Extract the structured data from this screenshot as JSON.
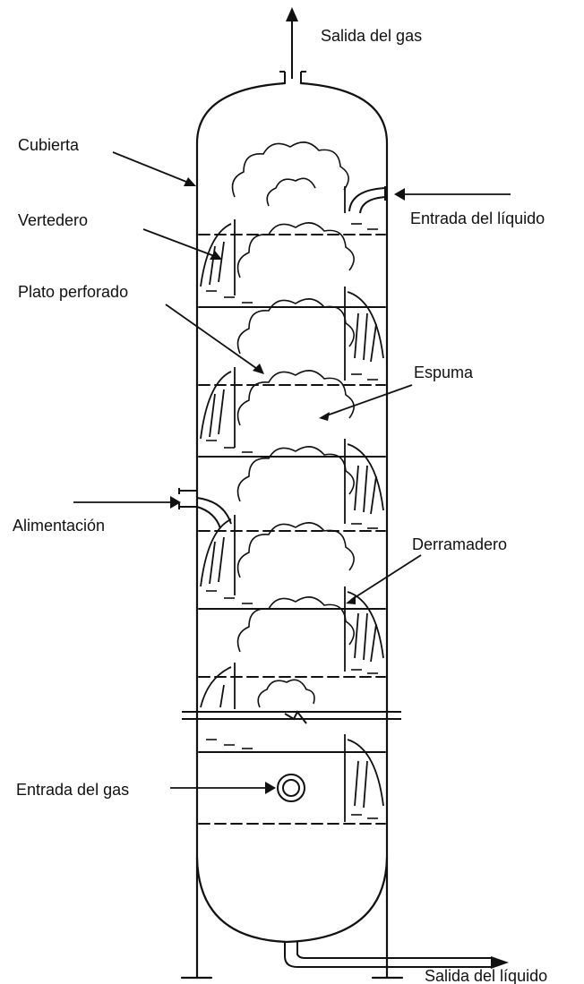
{
  "labels": {
    "gas_outlet": "Salida del gas",
    "shell": "Cubierta",
    "weir": "Vertedero",
    "liquid_inlet": "Entrada del líquido",
    "sieve_plate": "Plato perforado",
    "foam": "Espuma",
    "feed": "Alimentación",
    "downcomer": "Derramadero",
    "gas_inlet": "Entrada del gas",
    "liquid_outlet": "Salida del líquido"
  },
  "colors": {
    "stroke": "#111111",
    "background": "#ffffff"
  }
}
